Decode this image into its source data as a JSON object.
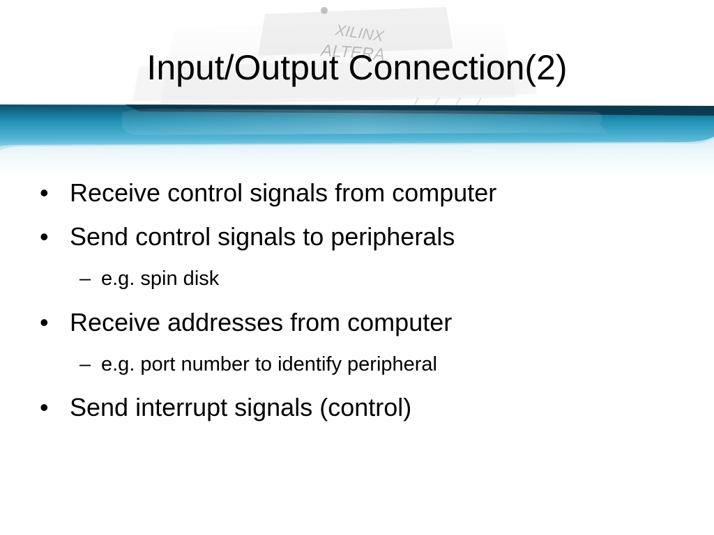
{
  "slide": {
    "title": "Input/Output Connection(2)",
    "bullets": [
      {
        "level": 1,
        "marker": "•",
        "text": "Receive control signals from computer"
      },
      {
        "level": 1,
        "marker": "•",
        "text": "Send control signals to peripherals"
      },
      {
        "level": 2,
        "marker": "–",
        "text": "e.g. spin disk"
      },
      {
        "level": 1,
        "marker": "•",
        "text": "Receive addresses from computer"
      },
      {
        "level": 2,
        "marker": "–",
        "text": "e.g. port number to identify peripheral"
      },
      {
        "level": 1,
        "marker": "•",
        "text": "Send interrupt signals (control)"
      }
    ],
    "decor": {
      "chip_logo_text": [
        "XILINX",
        "ALTERA"
      ],
      "band_colors": [
        "#0a4f6b",
        "#1f8fb3",
        "#7cc8e0",
        "#d6eef6"
      ]
    }
  }
}
